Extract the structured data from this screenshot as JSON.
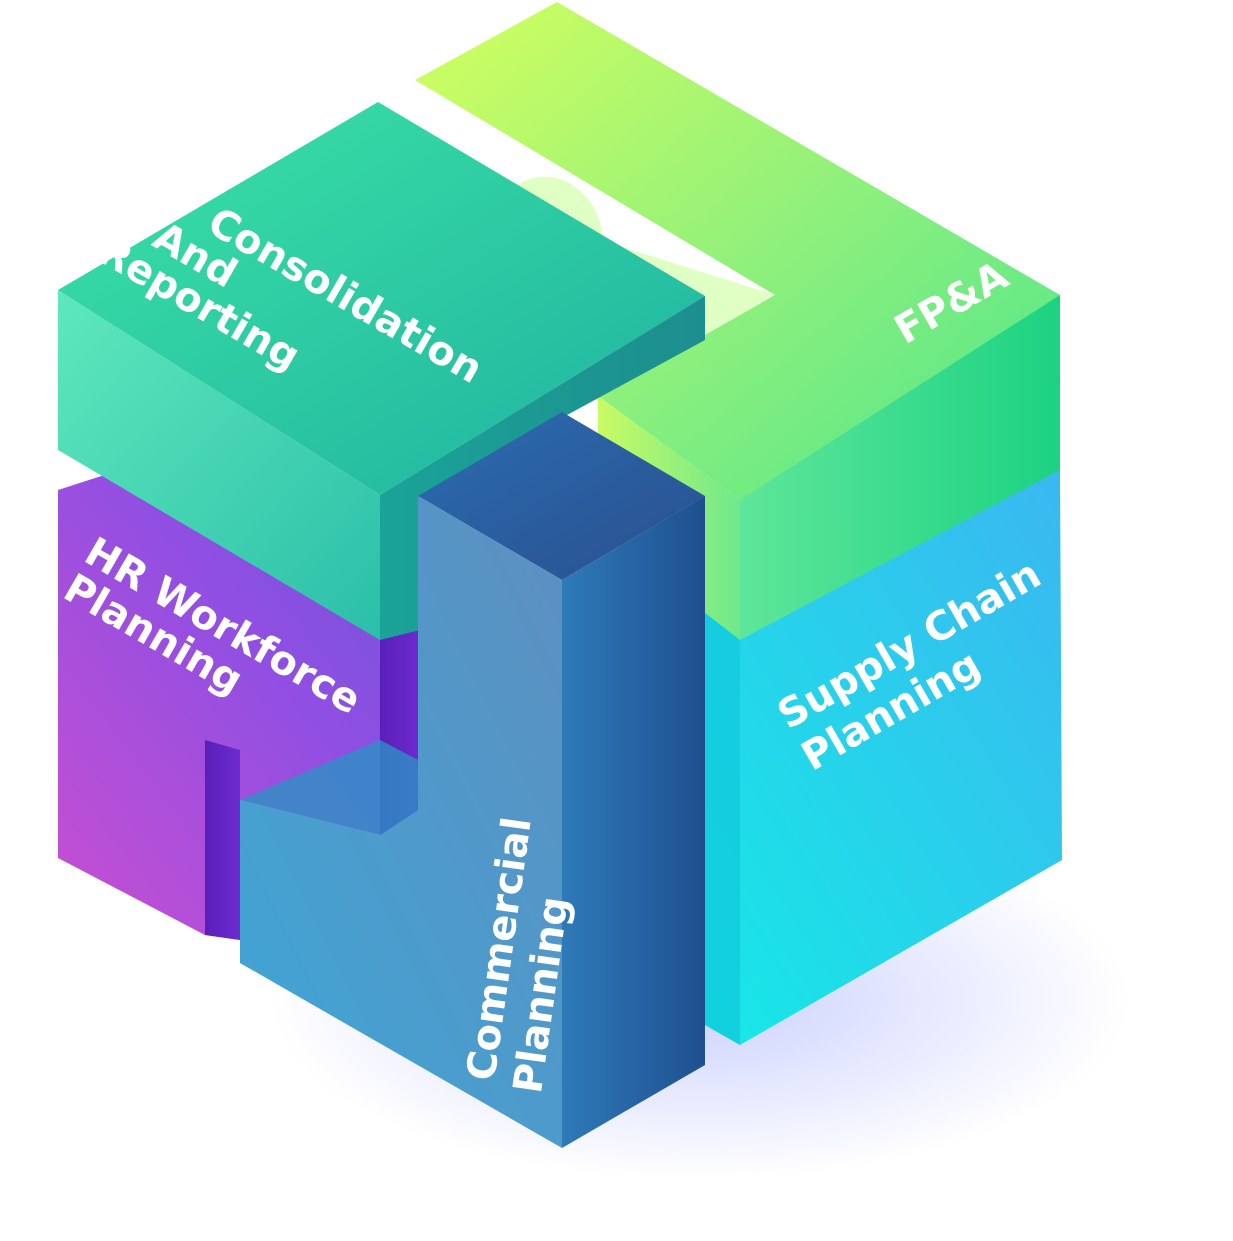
{
  "blocks": [
    {
      "id": "consolidation",
      "lines": [
        "Consolidation",
        "And",
        "Reporting"
      ]
    },
    {
      "id": "fpa",
      "lines": [
        "FP&A"
      ]
    },
    {
      "id": "hr",
      "lines": [
        "HR Workforce",
        "Planning"
      ]
    },
    {
      "id": "supply",
      "lines": [
        "Supply Chain",
        "Planning"
      ]
    },
    {
      "id": "commercial",
      "lines": [
        "Commercial",
        "Planning"
      ]
    }
  ],
  "colors": {
    "consolidation": "#2fd3a5",
    "fpa": "#7bf07a",
    "hr": "#8a4fe0",
    "supply": "#27c9ee",
    "commercial": "#2c7fbf"
  }
}
